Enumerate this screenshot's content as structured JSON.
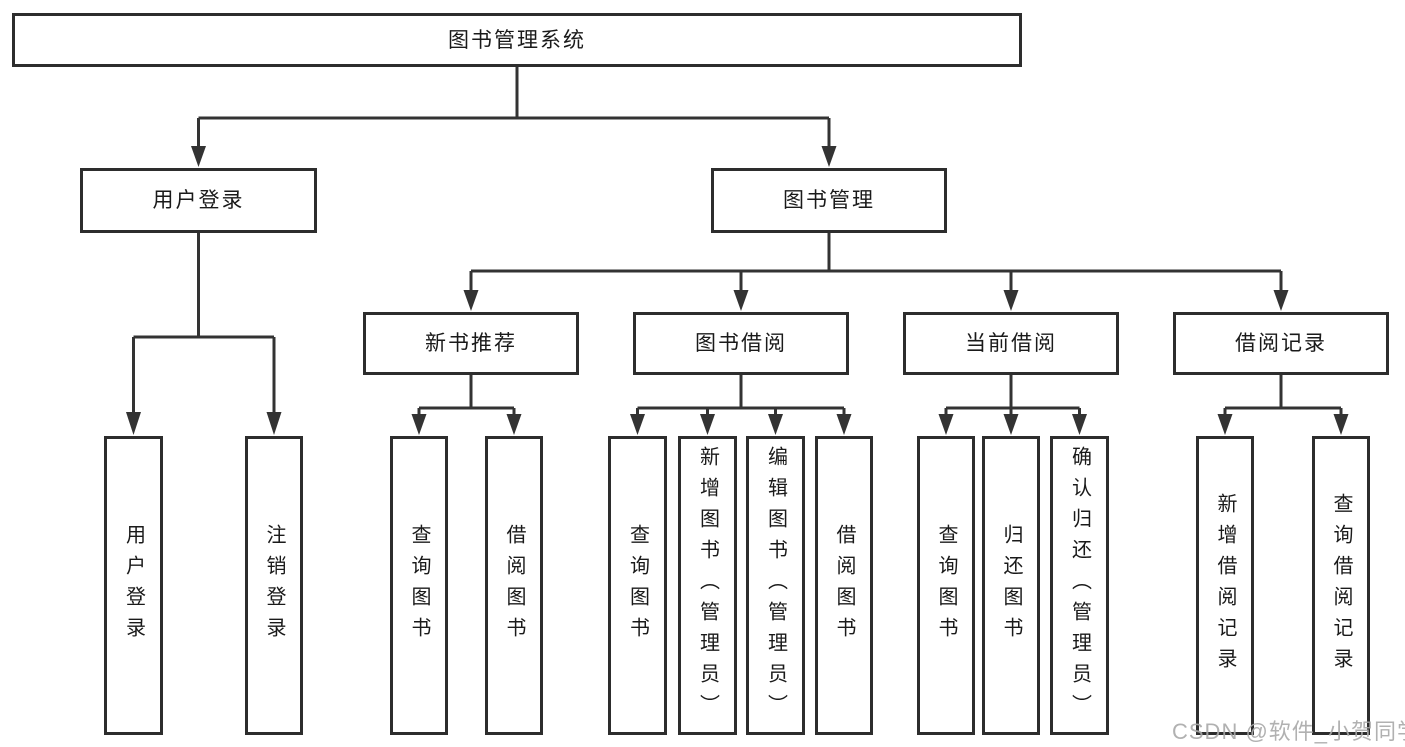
{
  "nodes": {
    "root": "图书管理系统",
    "user_login": "用户登录",
    "book_mgmt": "图书管理",
    "new_book_rec": "新书推荐",
    "book_borrow": "图书借阅",
    "current_borrow": "当前借阅",
    "borrow_records": "借阅记录",
    "leaf_login": "用户登录",
    "leaf_logout": "注销登录",
    "leaf_nbr_query": "查询图书",
    "leaf_nbr_borrow": "借阅图书",
    "leaf_bb_query": "查询图书",
    "leaf_bb_add": "新增图书（管理员）",
    "leaf_bb_edit": "编辑图书（管理员）",
    "leaf_bb_borrow": "借阅图书",
    "leaf_cb_query": "查询图书",
    "leaf_cb_return": "归还图书",
    "leaf_cb_confirm": "确认归还（管理员）",
    "leaf_br_add": "新增借阅记录",
    "leaf_br_query": "查询借阅记录"
  },
  "watermark": "CSDN @软件_小贺同学",
  "colors": {
    "line": "#333333",
    "border": "#2d2d2d",
    "text": "#1a1a1a",
    "watermark": "#a9a9a9",
    "background": "#ffffff"
  }
}
